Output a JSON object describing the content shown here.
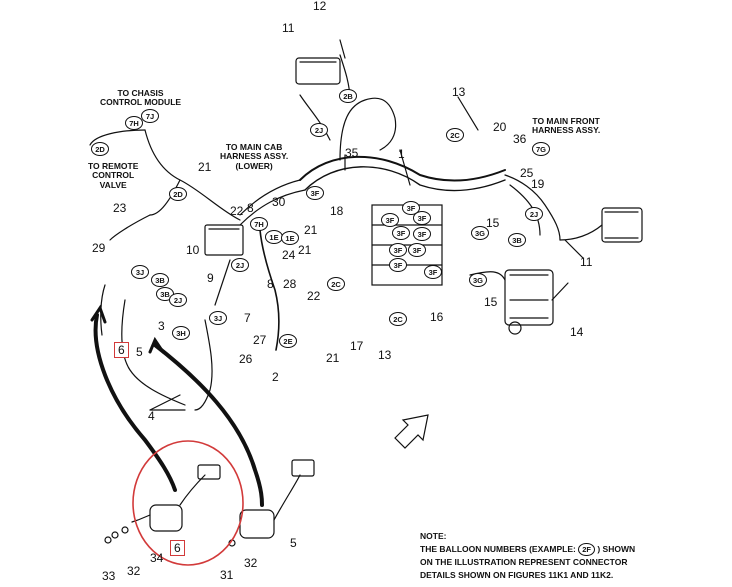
{
  "diagram": {
    "captions": {
      "chassis": [
        "TO CHASIS",
        "CONTROL MODULE"
      ],
      "remote": [
        "TO REMOTE",
        "CONTROL",
        "VALVE"
      ],
      "main_cab": [
        "TO MAIN CAB",
        "HARNESS ASSY.",
        "(LOWER)"
      ],
      "main_front": [
        "TO MAIN FRONT",
        "HARNESS ASSY."
      ]
    },
    "balloons": [
      "7H",
      "7J",
      "2D",
      "2D",
      "2B",
      "2J",
      "3F",
      "1E",
      "1E",
      "7H",
      "2J",
      "3J",
      "3B",
      "3B",
      "2J",
      "3J",
      "3H",
      "2E",
      "2C",
      "2C",
      "3F",
      "3F",
      "3F",
      "3F",
      "3F",
      "3F",
      "3F",
      "3F",
      "3F",
      "3G",
      "3G",
      "3B",
      "2J",
      "7G",
      "2C"
    ],
    "callouts": [
      "12",
      "11",
      "13",
      "1",
      "20",
      "36",
      "35",
      "21",
      "22",
      "8",
      "18",
      "30",
      "21",
      "23",
      "29",
      "10",
      "9",
      "24",
      "21",
      "8",
      "28",
      "22",
      "7",
      "27",
      "26",
      "2",
      "21",
      "17",
      "13",
      "16",
      "15",
      "25",
      "19",
      "15",
      "14",
      "11",
      "4",
      "5",
      "3",
      "5",
      "34",
      "32",
      "33",
      "31",
      "32"
    ],
    "highlighted_callouts": [
      "6",
      "6"
    ],
    "note": {
      "title": "NOTE:",
      "lines": [
        "THE BALLOON NUMBERS (EXAMPLE:",
        "2F",
        ") SHOWN",
        "ON THE ILLUSTRATION REPRESENT CONNECTOR",
        "DETAILS SHOWN ON FIGURES 11K1 AND 11K2."
      ]
    },
    "highlight_color": "#d23a3a"
  }
}
